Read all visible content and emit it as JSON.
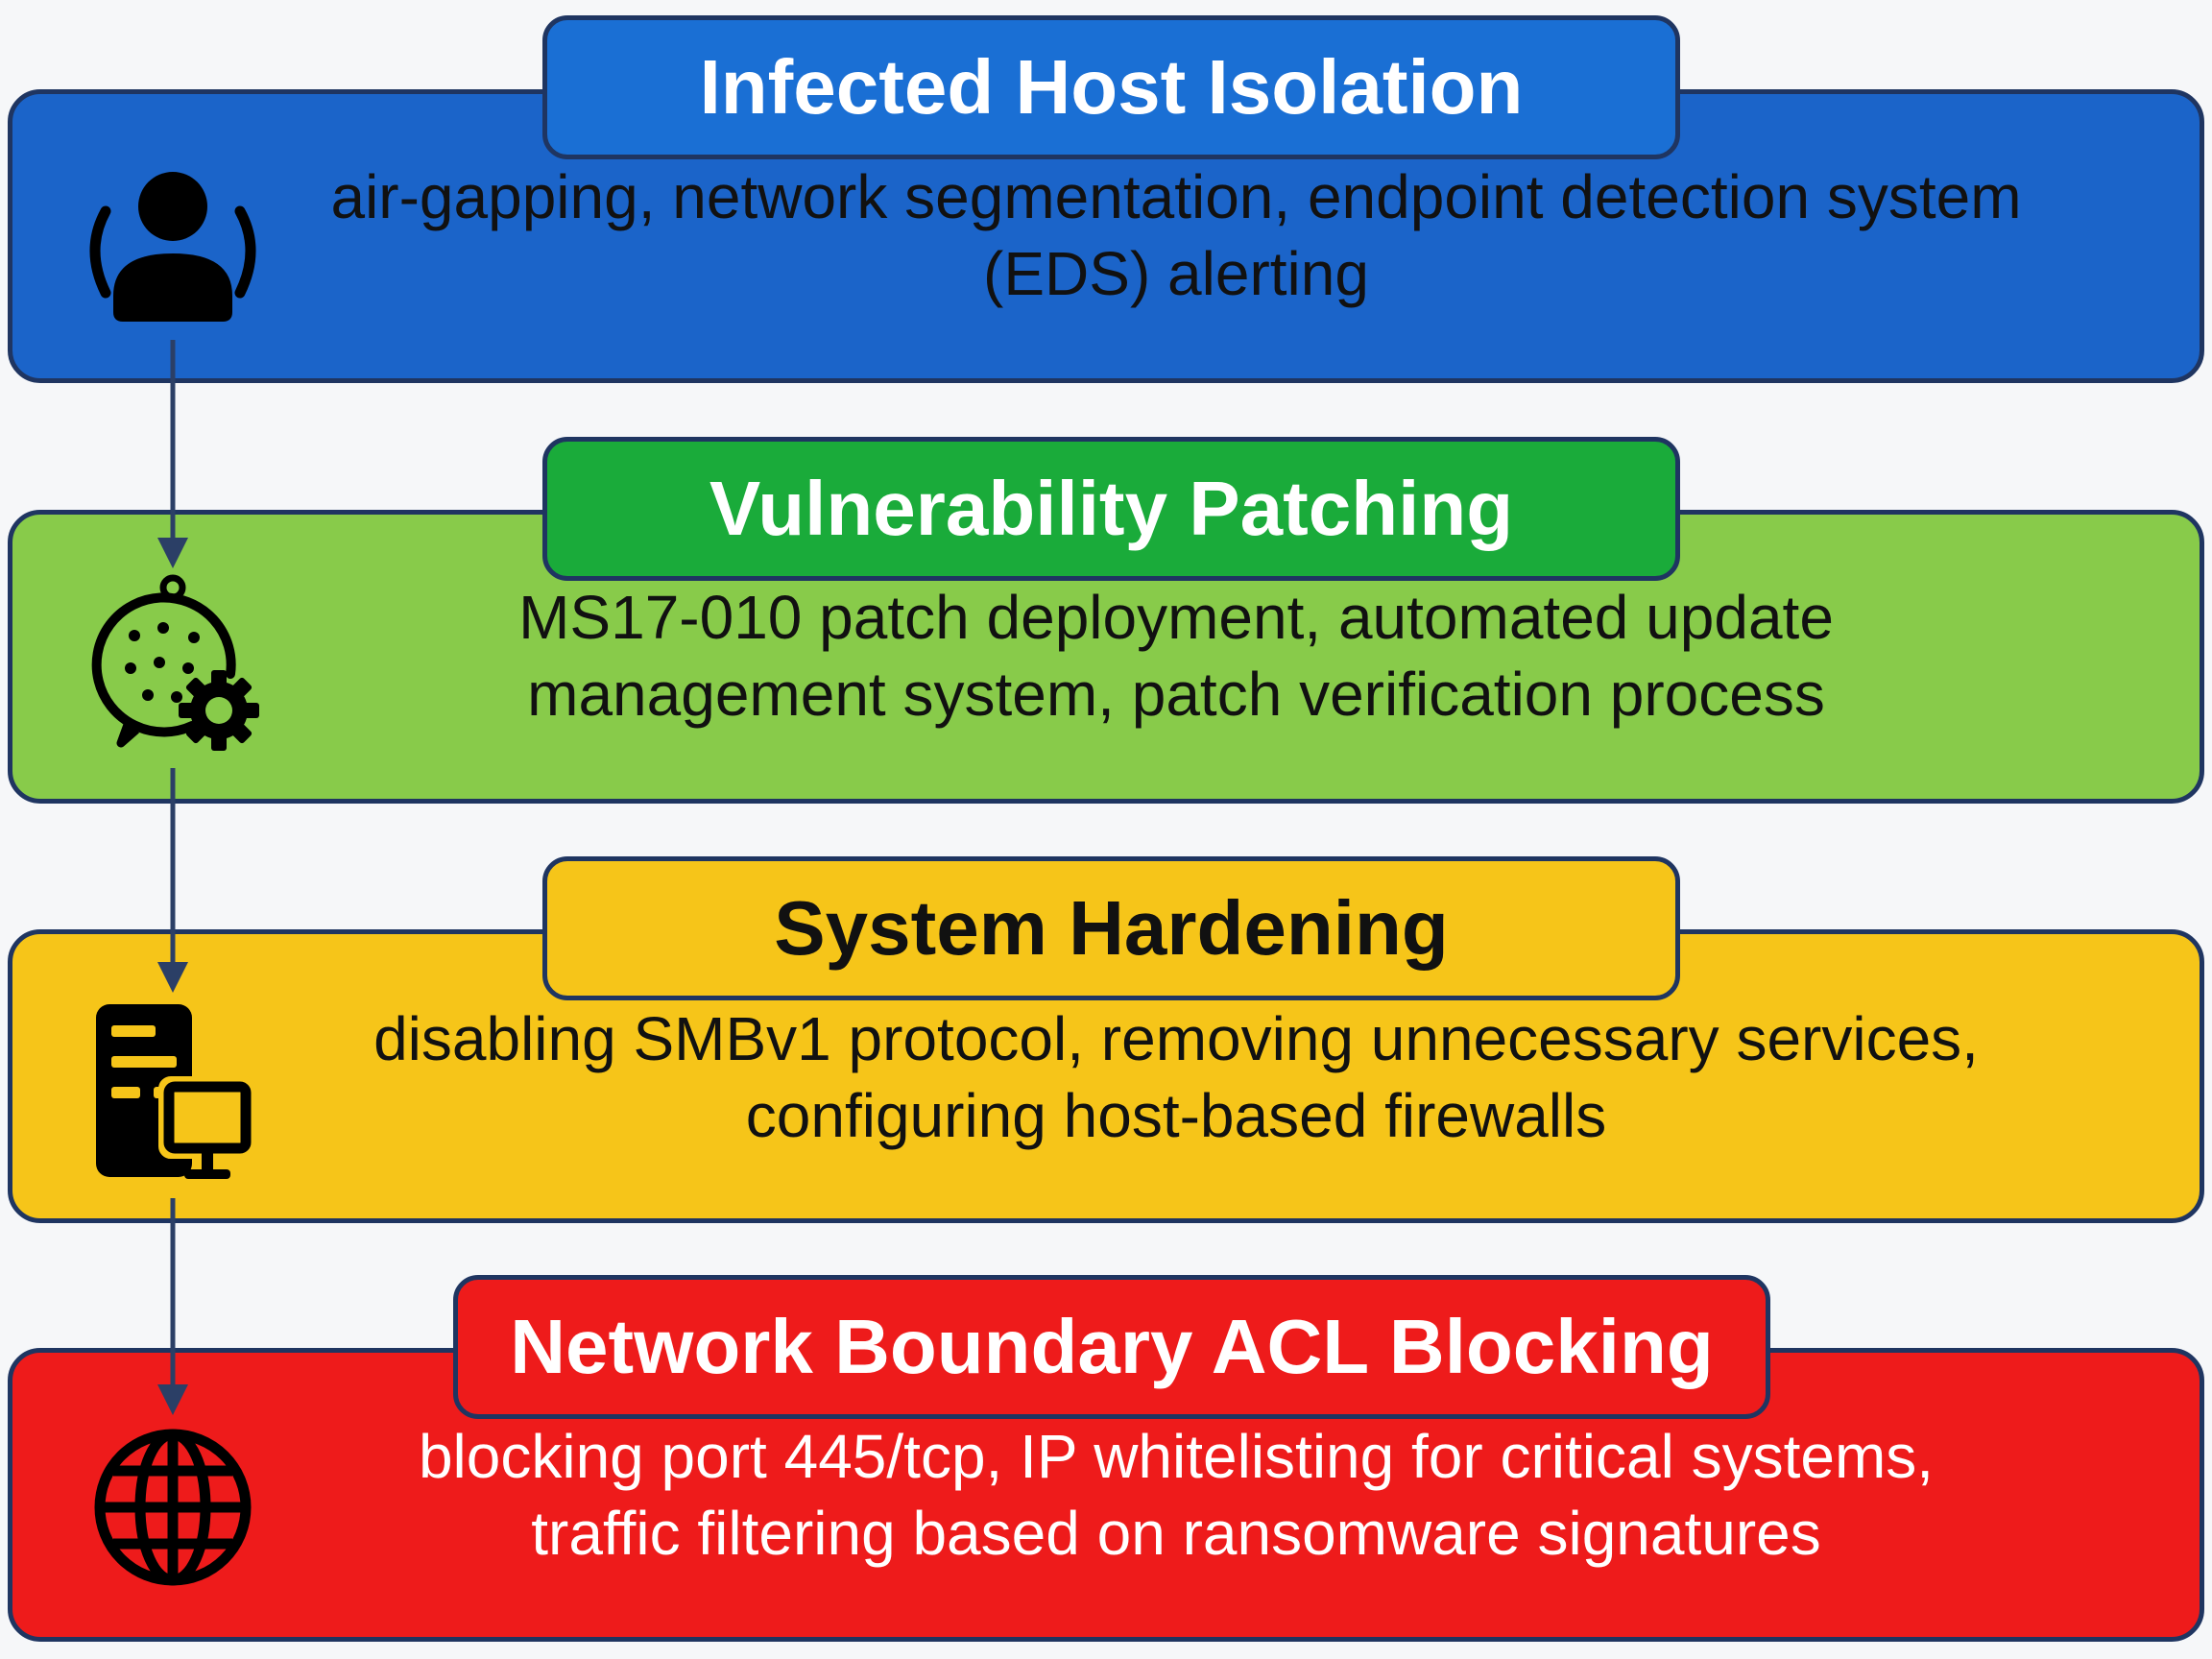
{
  "colors": {
    "outline": "#1f3561",
    "connector": "#2b3f66"
  },
  "layers": [
    {
      "title": "Infected Host Isolation",
      "description_line1": "air-gapping, network segmentation, endpoint detection system",
      "description_line2": "(EDS) alerting",
      "icon": "user-monitoring-icon",
      "panel_color": "#1b64c9",
      "title_color": "#1a6fd4",
      "text_color": "#111111",
      "title_text_color": "#ffffff"
    },
    {
      "title": "Vulnerability Patching",
      "description_line1": "MS17-010 patch deployment, automated update",
      "description_line2": "management system, patch verification process",
      "icon": "bug-gear-icon",
      "panel_color": "#88cb4a",
      "title_color": "#1aab3a",
      "text_color": "#111111",
      "title_text_color": "#ffffff"
    },
    {
      "title": "System Hardening",
      "description_line1": "disabling SMBv1 protocol, removing unnecessary services,",
      "description_line2": "configuring host-based firewalls",
      "icon": "server-monitor-icon",
      "panel_color": "#f6c519",
      "title_color": "#f6c519",
      "text_color": "#111111",
      "title_text_color": "#111111"
    },
    {
      "title": "Network Boundary ACL Blocking",
      "description_line1": "blocking port 445/tcp, IP whitelisting for critical systems,",
      "description_line2": "traffic filtering based on ransomware signatures",
      "icon": "globe-icon",
      "panel_color": "#ee1b1b",
      "title_color": "#ee1b1b",
      "text_color": "#ffffff",
      "title_text_color": "#ffffff"
    }
  ]
}
